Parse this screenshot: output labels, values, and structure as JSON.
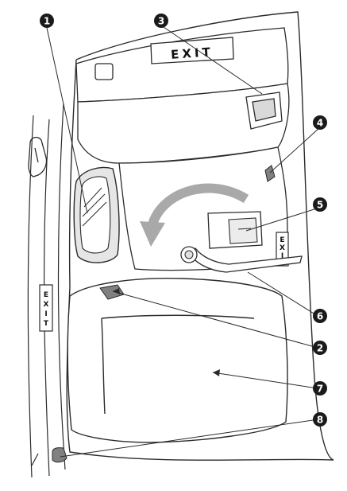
{
  "signs": {
    "top_exit": "EXIT",
    "right_exit": "EXIT",
    "left_exit": "EXIT"
  },
  "callouts": [
    {
      "number": "1"
    },
    {
      "number": "2"
    },
    {
      "number": "3"
    },
    {
      "number": "4"
    },
    {
      "number": "5"
    },
    {
      "number": "6"
    },
    {
      "number": "7"
    },
    {
      "number": "8"
    }
  ],
  "colors": {
    "outline": "#2b2b2b",
    "shade": "#c8c8c8",
    "arrow": "#a9a9a9",
    "callout_fill": "#1a1a1a"
  }
}
